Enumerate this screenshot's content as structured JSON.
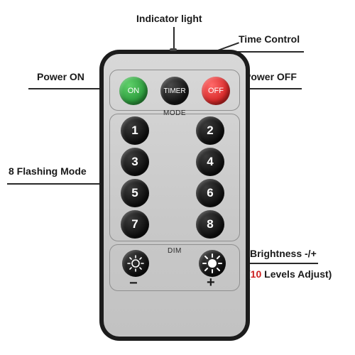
{
  "callouts": {
    "indicator": "Indicator  light",
    "time_control": "Time Control",
    "power_on": "Power ON",
    "power_off": "Power OFF",
    "flashing": "8 Flashing Mode",
    "brightness": "Brightness -/+",
    "levels_open": "(",
    "levels_num": "10",
    "levels_rest": " Levels Adjust)"
  },
  "remote": {
    "on_label": "ON",
    "timer_label": "TIMER",
    "off_label": "OFF",
    "mode_label": "MODE",
    "numbers": [
      "1",
      "2",
      "3",
      "4",
      "5",
      "6",
      "7",
      "8"
    ],
    "dim_label": "DIM",
    "minus": "−",
    "plus": "+"
  },
  "colors": {
    "on": "#2e9e3e",
    "timer": "#1e1e1e",
    "off": "#d92b2b",
    "levels_highlight": "#cc1f1f"
  }
}
